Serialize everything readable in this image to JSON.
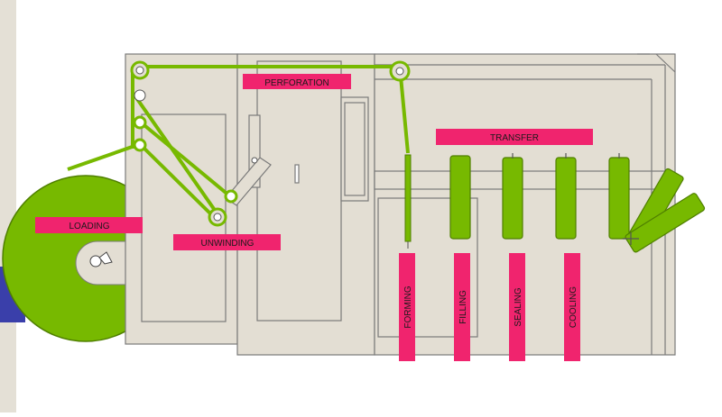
{
  "labels": {
    "perforation": "PERFORATION",
    "transfer": "TRANSFER",
    "loading": "LOADING",
    "unwinding": "UNWINDING",
    "forming": "FORMING",
    "filling": "FILLING",
    "sealing": "SEALING",
    "cooling": "COOLING"
  },
  "colors": {
    "background": "#ffffff",
    "left_strip": "#e4e0d6",
    "machine_fill": "#e3ded3",
    "machine_stroke": "#7a7a7a",
    "film_green": "#77b900",
    "green_stroke": "#4f7f00",
    "label_pink": "#f0246e",
    "label_text": "#1a1a1a",
    "accent_blue": "#3a3faa"
  }
}
